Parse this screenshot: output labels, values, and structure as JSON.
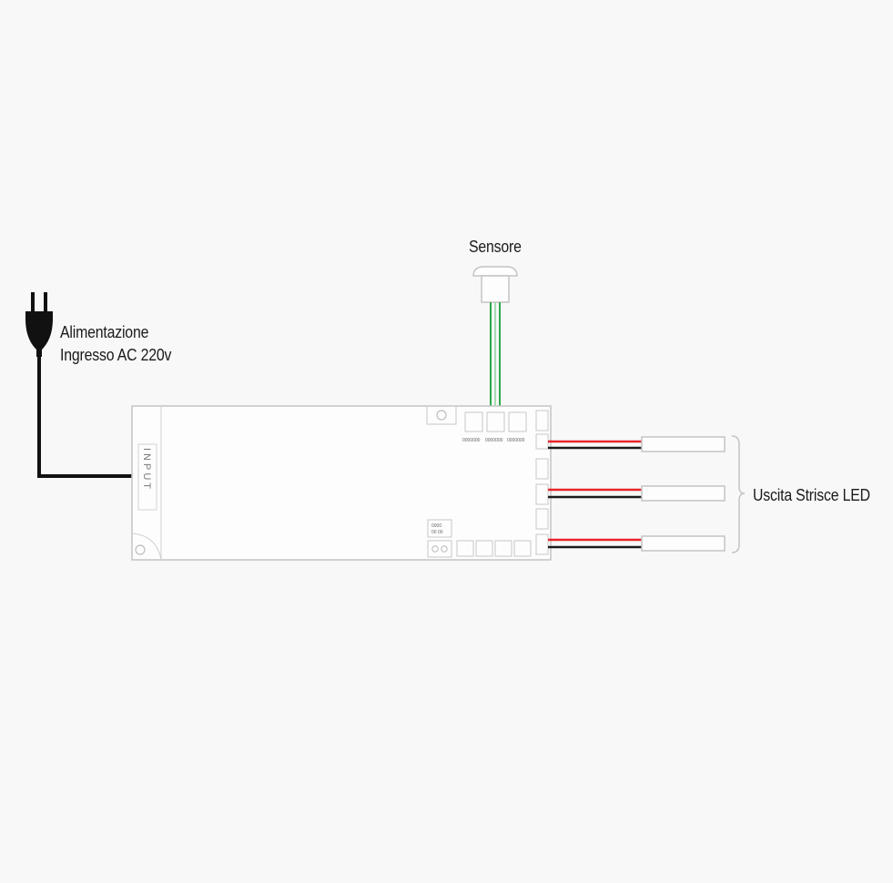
{
  "labels": {
    "sensor": "Sensore",
    "power_line1": "Alimentazione",
    "power_line2": "Ingresso AC 220v",
    "output": "Uscita Strisce LED",
    "input_port": "INPUT"
  },
  "colors": {
    "background": "#f8f8f8",
    "outline": "#c4c4c4",
    "cable": "#111111",
    "wire_red": "#e8252b",
    "wire_black": "#1a1a1a",
    "wire_green": "#2ea84a"
  },
  "icons": [
    "power-plug-icon",
    "sensor-icon",
    "led-strip-connector-icon"
  ]
}
